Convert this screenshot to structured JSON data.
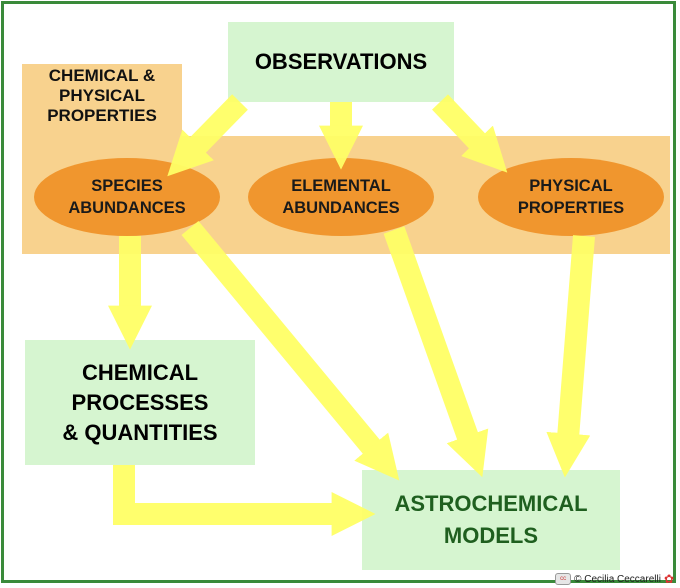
{
  "diagram": {
    "observations": "OBSERVATIONS",
    "properties_group": [
      "CHEMICAL &",
      "PHYSICAL",
      "PROPERTIES"
    ],
    "species": [
      "SPECIES",
      "ABUNDANCES"
    ],
    "elemental": [
      "ELEMENTAL",
      "ABUNDANCES"
    ],
    "physical": [
      "PHYSICAL",
      "PROPERTIES"
    ],
    "processes": [
      "CHEMICAL",
      "PROCESSES",
      "& QUANTITIES"
    ],
    "models": [
      "ASTROCHEMICAL",
      "MODELS"
    ]
  },
  "credit": {
    "text": "© Cecilia Ceccarelli",
    "cc_icon": "cc-license-icon",
    "logo_icon": "author-logo-icon"
  },
  "colors": {
    "arrow": "#ffff66",
    "box": "#d6f5d0",
    "group": "#f8d28e",
    "ellipse": "#f0962e",
    "frame": "#3a8a3a",
    "models_text": "#1f5f1f"
  }
}
